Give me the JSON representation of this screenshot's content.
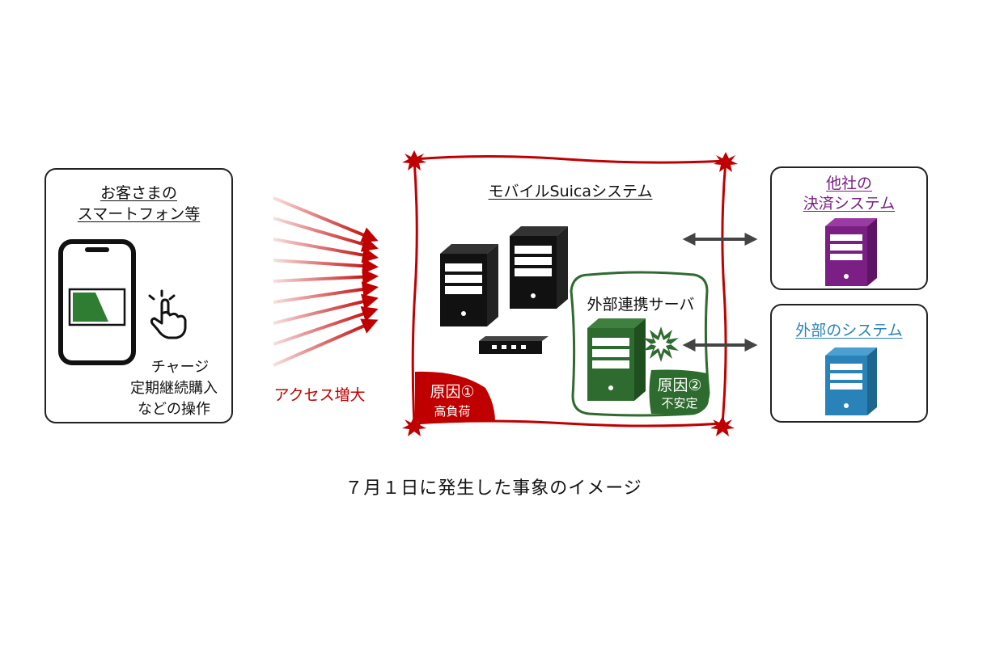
{
  "smartphone": {
    "title_line1": "お客さまの",
    "title_line2": "スマートフォン等",
    "caption_line1": "チャージ",
    "caption_line2": "定期継続購入",
    "caption_line3": "などの操作"
  },
  "access_label": "アクセス増大",
  "mobile_suica": {
    "title": "モバイルSuicaシステム",
    "cause1_label": "原因①",
    "cause1_detail": "高負荷",
    "external_server_title": "外部連携サーバ",
    "cause2_label": "原因②",
    "cause2_detail": "不安定"
  },
  "other_payment": {
    "title_line1": "他社の",
    "title_line2": "決済システム"
  },
  "external_system": {
    "title": "外部のシステム"
  },
  "caption": "７月１日に発生した事象のイメージ",
  "colors": {
    "accent_red": "#c00000",
    "server_green": "#2e6b2e",
    "purple": "#7b1f84",
    "blue": "#2a83b8"
  }
}
